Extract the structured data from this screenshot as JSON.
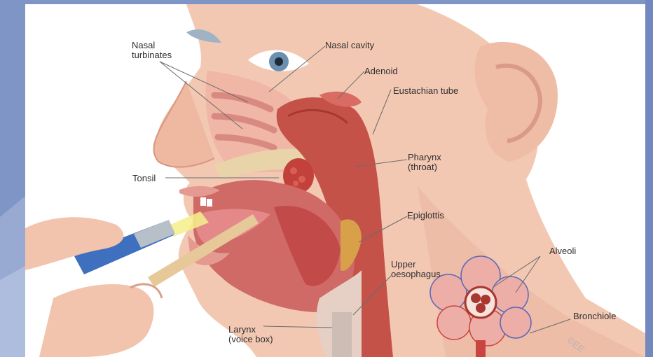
{
  "labels": {
    "nasal_turbinates": [
      "Nasal",
      "turbinates"
    ],
    "nasal_cavity": "Nasal cavity",
    "adenoid": "Adenoid",
    "eustachian_tube": "Eustachian tube",
    "tonsil": "Tonsil",
    "pharynx": [
      "Pharynx",
      "(throat)"
    ],
    "epiglottis": "Epiglottis",
    "alveoli": "Alveoli",
    "upper_oesophagus": [
      "Upper",
      "oesophagus"
    ],
    "bronchiole": "Bronchiole",
    "larynx": [
      "Larynx",
      "(voice box)"
    ]
  },
  "watermark": "©EE",
  "colors": {
    "background": "#7f95c6",
    "skin": "#f2c3ad",
    "muscle": "#c9524a",
    "label_text": "#2f2f2f"
  }
}
